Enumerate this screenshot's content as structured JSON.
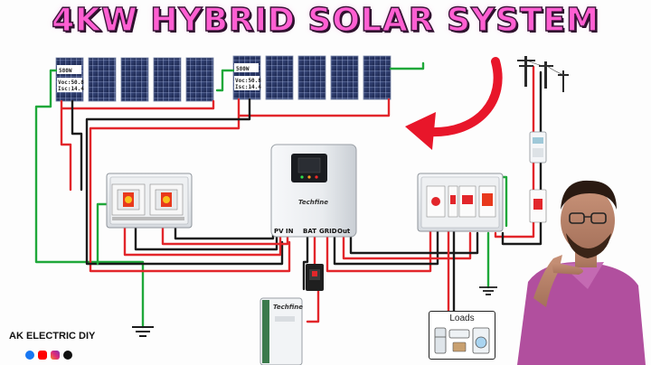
{
  "title": "4KW HYBRID SOLAR SYSTEM",
  "panel_string_1": {
    "watt": "580W",
    "voc": "Voc:50.8",
    "isc": "Isc:14.4"
  },
  "panel_string_2": {
    "watt": "580W",
    "voc": "Voc:50.8",
    "isc": "Isc:14.4"
  },
  "inverter": {
    "brand": "Techfine",
    "terminals": [
      "PV IN",
      "BAT",
      "GRID",
      "Out"
    ]
  },
  "battery": {
    "brand": "Techfine"
  },
  "loads": {
    "label": "Loads"
  },
  "credit": "AK ELECTRIC DIY",
  "social_icons": [
    "facebook-icon",
    "youtube-icon",
    "instagram-icon",
    "tiktok-icon"
  ],
  "colors": {
    "title": "#ff5fd2",
    "dc_positive": "#e2262b",
    "dc_negative": "#1b1b1b",
    "earth": "#1fa83a",
    "arrow": "#e8162a"
  }
}
